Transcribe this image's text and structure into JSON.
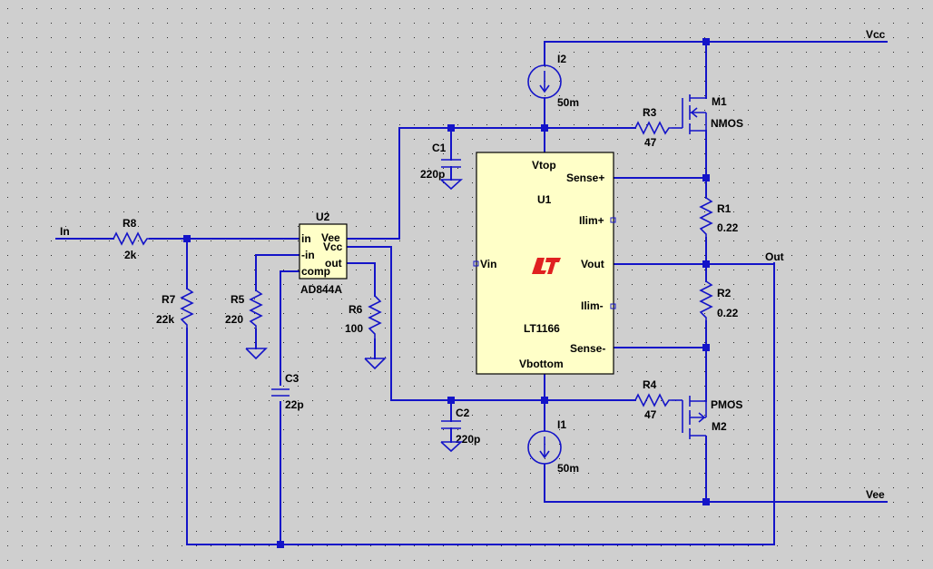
{
  "colors": {
    "background": "#cfcfcf",
    "wire": "#1414c8",
    "ic_body": "#ffffc8",
    "logo": "#e02020",
    "grid": "#2a2a2a"
  },
  "nets": {
    "vcc": "Vcc",
    "vee": "Vee",
    "in": "In",
    "out": "Out"
  },
  "components": {
    "r8": {
      "name": "R8",
      "value": "2k"
    },
    "r7": {
      "name": "R7",
      "value": "22k"
    },
    "r5": {
      "name": "R5",
      "value": "220"
    },
    "r6": {
      "name": "R6",
      "value": "100"
    },
    "c3": {
      "name": "C3",
      "value": "22p"
    },
    "c1": {
      "name": "C1",
      "value": "220p"
    },
    "c2": {
      "name": "C2",
      "value": "220p"
    },
    "i2": {
      "name": "I2",
      "value": "50m"
    },
    "i1": {
      "name": "I1",
      "value": "50m"
    },
    "r3": {
      "name": "R3",
      "value": "47"
    },
    "r4": {
      "name": "R4",
      "value": "47"
    },
    "m1": {
      "name": "M1",
      "model": "NMOS"
    },
    "m2": {
      "name": "M2",
      "model": "PMOS"
    },
    "r1": {
      "name": "R1",
      "value": "0.22"
    },
    "r2": {
      "name": "R2",
      "value": "0.22"
    },
    "u2": {
      "name": "U2",
      "part": "AD844A",
      "pins": {
        "in": "in",
        "minus_in": "-in",
        "comp": "comp",
        "vee": "Vee",
        "vcc": "Vcc",
        "out": "out"
      }
    },
    "u1": {
      "name": "U1",
      "part": "LT1166",
      "pins": {
        "vtop": "Vtop",
        "vbottom": "Vbottom",
        "vin": "Vin",
        "vout": "Vout",
        "sense_plus": "Sense+",
        "sense_minus": "Sense-",
        "ilim_plus": "Ilim+",
        "ilim_minus": "Ilim-"
      }
    }
  }
}
